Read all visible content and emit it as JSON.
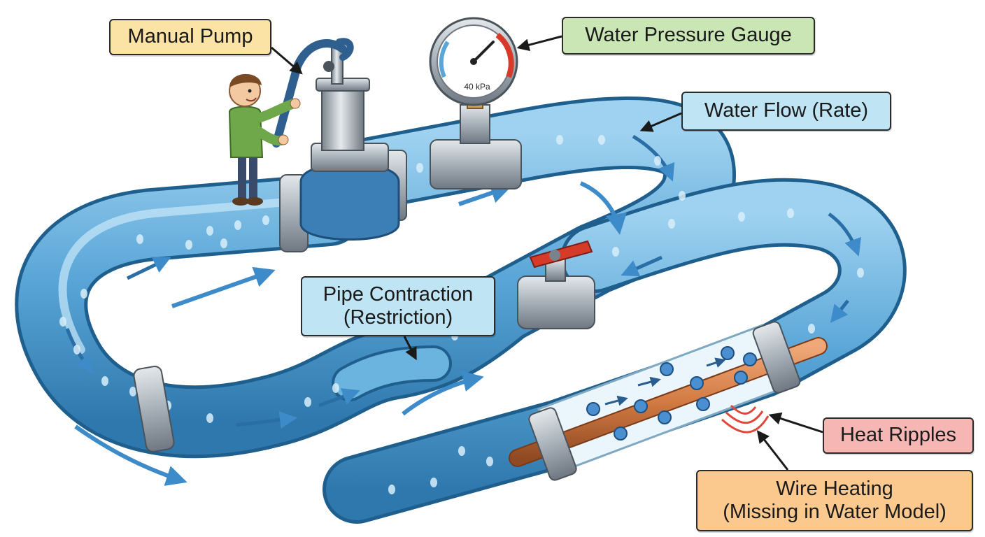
{
  "labels": {
    "manual_pump": "Manual Pump",
    "pressure_gauge": "Water Pressure Gauge",
    "water_flow": "Water Flow (Rate)",
    "pipe_contraction_line1": "Pipe Contraction",
    "pipe_contraction_line2": "(Restriction)",
    "heat_ripples": "Heat Ripples",
    "wire_heating_line1": "Wire Heating",
    "wire_heating_line2": "(Missing in Water Model)"
  },
  "gauge": {
    "reading": "40 kPa"
  },
  "colors": {
    "pipe_water": "#5aa6d8",
    "pipe_dark": "#2f78ad",
    "fitting_metal": "#9aa3ab",
    "arrow_blue": "#3d8cc9",
    "pump_label_bg": "#fbe3a6",
    "gauge_label_bg": "#c9e6b4",
    "flow_label_bg": "#bfe4f4",
    "contraction_label_bg": "#bfe4f4",
    "heat_label_bg": "#f6b6b4",
    "wire_label_bg": "#fbc98e",
    "copper_wire": "#d27a43",
    "valve_red": "#d63b2a",
    "heat_red": "#e0473a",
    "electron_blue": "#4a8fd0"
  }
}
